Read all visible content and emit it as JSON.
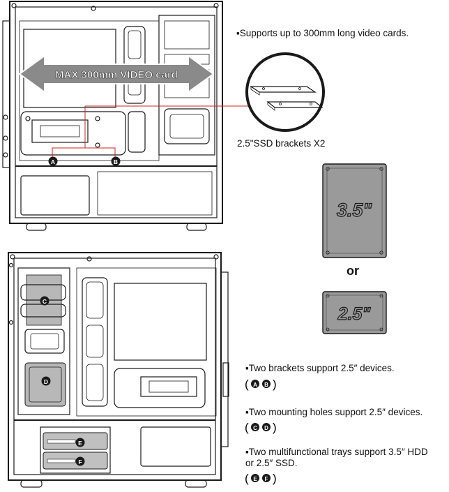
{
  "arrow": {
    "label": "MAX 300mm VIDEO card"
  },
  "notes": {
    "video_support": "▪Supports up to 300mm long video cards.",
    "ssd_brackets": "2.5\"SSD brackets X2",
    "brackets": "▪Two brackets support  2.5″ devices.",
    "holes": "▪Two mounting holes support 2.5″ devices.",
    "trays_line1": "▪Two multifunctional trays support 3.5″ HDD",
    "trays_line2": "or 2.5″ SSD."
  },
  "drives": {
    "hdd_label": "3.5\"",
    "or_label": "or",
    "ssd_label": "2.5\""
  },
  "markers": {
    "a": "A",
    "b": "B",
    "c": "C",
    "d": "D",
    "e": "E",
    "f": "F"
  },
  "colors": {
    "line": "#1a1a1a",
    "callout": "#d02020",
    "hdd_fill": "#9a9a9a",
    "ssd_fill": "#9a9a9a",
    "arrow_fill": "#8a8a8a",
    "mount_shade": "#b8b8b8"
  }
}
